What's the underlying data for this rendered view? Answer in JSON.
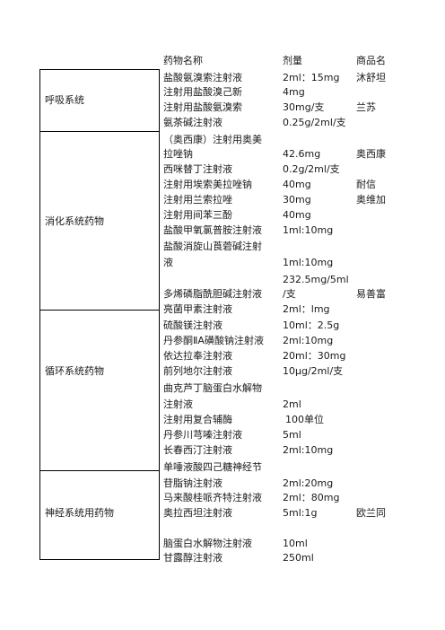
{
  "header": {
    "name": "药物名称",
    "dose": "剂量",
    "brand": "商品名"
  },
  "categories": [
    {
      "label": "呼吸系统"
    },
    {
      "label": "消化系统药物"
    },
    {
      "label": "循环系统药物"
    },
    {
      "label": "神经系统用药物"
    }
  ],
  "rows": [
    {
      "name": "盐酸氨溴索注射液",
      "dose": "2ml：15mg",
      "brand": "沐舒坦"
    },
    {
      "name": "注射用盐酸溴己新",
      "dose": "4mg",
      "brand": ""
    },
    {
      "name": "注射用盐酸氨溴索",
      "dose": "30mg/支",
      "brand": "兰苏"
    },
    {
      "name": "氨茶碱注射液",
      "dose": "0.25g/2ml/支",
      "brand": ""
    },
    {
      "name": "（奥西康）注射用奥美",
      "dose": "",
      "brand": ""
    },
    {
      "name": "拉唑钠",
      "dose": "42.6mg",
      "brand": "奥西康"
    },
    {
      "name": "西咪替丁注射液",
      "dose": "0.2g/2ml/支",
      "brand": ""
    },
    {
      "name": "注射用埃索美拉唑钠",
      "dose": "40mg",
      "brand": "耐信"
    },
    {
      "name": "注射用兰索拉唑",
      "dose": "30mg",
      "brand": "奥维加"
    },
    {
      "name": "注射用间苯三酚",
      "dose": "40mg",
      "brand": ""
    },
    {
      "name": "盐酸甲氧氯普胺注射液",
      "dose": "1ml:10mg",
      "brand": ""
    },
    {
      "name": "盐酸消旋山莨菪碱注射",
      "dose": "",
      "brand": ""
    },
    {
      "name": "液",
      "dose": "1ml:10mg",
      "brand": ""
    },
    {
      "name": "",
      "dose": "232.5mg/5ml",
      "brand": ""
    },
    {
      "name": "多烯磷脂酰胆碱注射液",
      "dose": "/支",
      "brand": "易善富"
    },
    {
      "name": "亮菌甲素注射液",
      "dose": "2ml：lmg",
      "brand": ""
    },
    {
      "name": "硫酸镁注射液",
      "dose": "10ml：2.5g",
      "brand": ""
    },
    {
      "name": "丹参酮ⅡA磺酸钠注射液",
      "dose": "2ml:10mg",
      "brand": ""
    },
    {
      "name": "依达拉奉注射液",
      "dose": "20ml：30mg",
      "brand": ""
    },
    {
      "name": "前列地尔注射液",
      "dose": "10μg/2ml/支",
      "brand": ""
    },
    {
      "name": "曲克芦丁脑蛋白水解物",
      "dose": "",
      "brand": ""
    },
    {
      "name": "注射液",
      "dose": "2ml",
      "brand": ""
    },
    {
      "name": "注射用复合辅酶",
      "dose": "100单位",
      "brand": ""
    },
    {
      "name": "丹参川芎嗪注射液",
      "dose": "5ml",
      "brand": ""
    },
    {
      "name": "长春西汀注射液",
      "dose": "2ml:10mg",
      "brand": ""
    },
    {
      "name": "单唾液酸四己糖神经节",
      "dose": "",
      "brand": ""
    },
    {
      "name": "苷脂钠注射液",
      "dose": "2ml:20mg",
      "brand": ""
    },
    {
      "name": "马来酸桂哌齐特注射液",
      "dose": "2ml：80mg",
      "brand": ""
    },
    {
      "name": "奥拉西坦注射液",
      "dose": "5ml:1g",
      "brand": "欧兰同"
    },
    {
      "name": "脑蛋白水解物注射液",
      "dose": "10ml",
      "brand": ""
    },
    {
      "name": "甘露醇注射液",
      "dose": "250ml",
      "brand": ""
    }
  ]
}
